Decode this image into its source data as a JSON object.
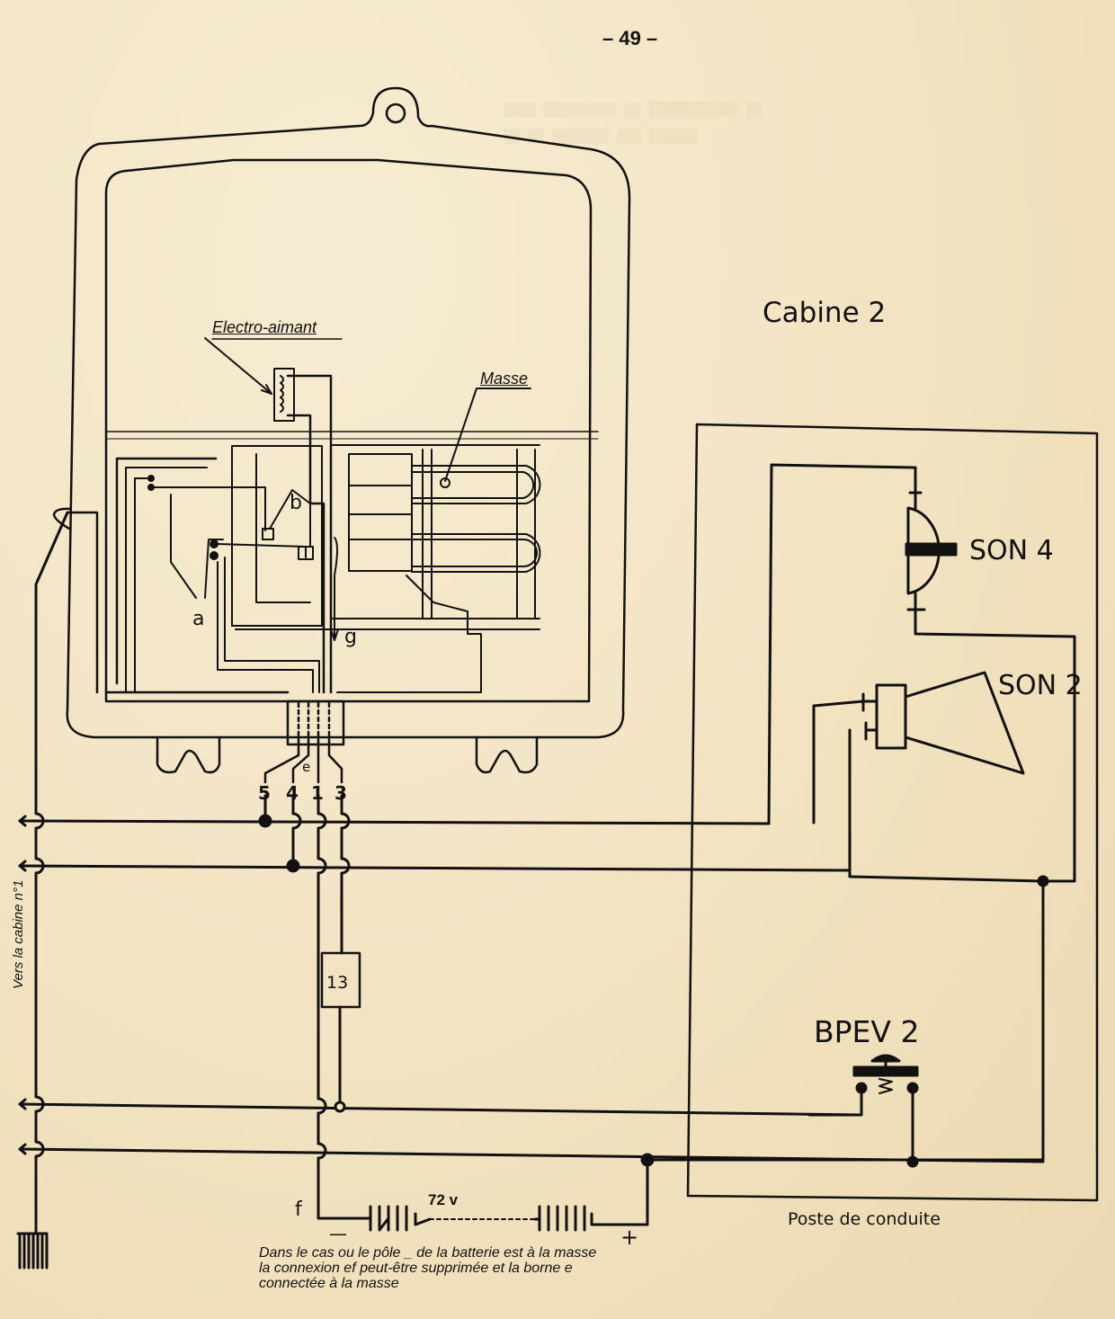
{
  "page": {
    "page_number": "– 49 –"
  },
  "diagram": {
    "title": "Cabine 2",
    "labels": {
      "electro_aimant": "Electro-aimant",
      "masse": "Masse",
      "contact_a": "a",
      "contact_b": "b",
      "terminal_g": "g",
      "terminal_e": "e",
      "terminal_f": "f",
      "vers_cabine": "Vers la cabine n°1",
      "fuse": "13",
      "battery_voltage": "72 v",
      "battery_minus": "—",
      "battery_plus": "+",
      "son4": "SON 4",
      "son2": "SON 2",
      "bpev": "BPEV 2",
      "poste": "Poste de conduite"
    },
    "terminals": [
      "5",
      "4",
      "1",
      "3"
    ],
    "note": "Dans le cas ou le pôle _ de la batterie est à la masse\nla connexion ef peut-être supprimée et la borne e\nconnectée à la masse"
  },
  "colors": {
    "paper": "#f3e6c6",
    "ink": "#111111"
  }
}
